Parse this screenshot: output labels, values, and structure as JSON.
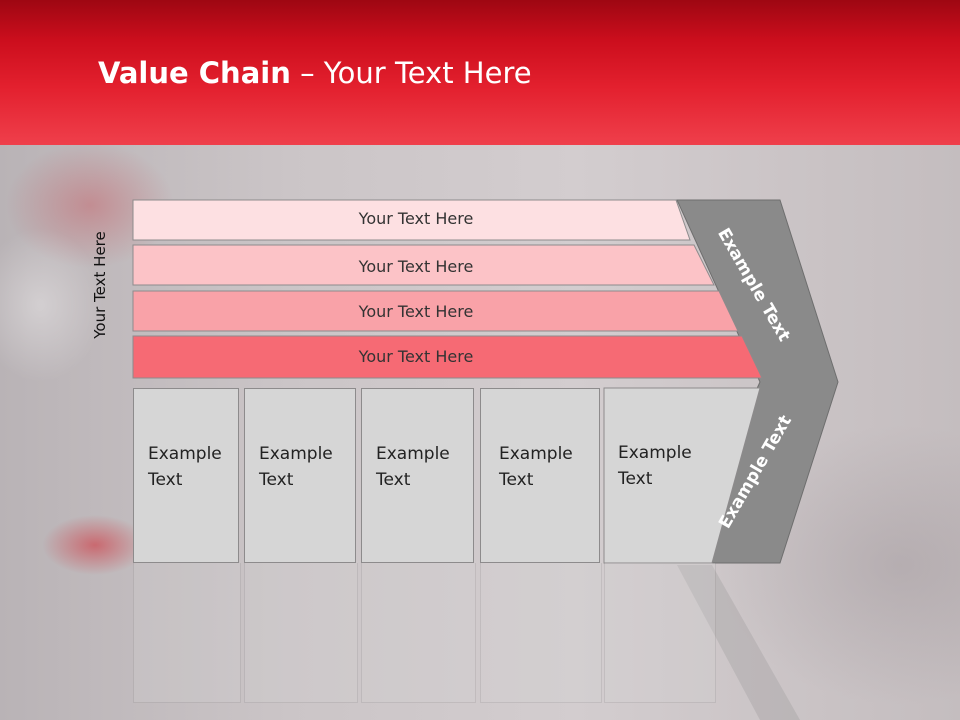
{
  "slide": {
    "title_bold": "Value Chain",
    "title_rest": " – Your Text Here"
  },
  "side_label": "Your Text Here",
  "bars": [
    {
      "label": "Your Text Here",
      "color": "#fde0e2"
    },
    {
      "label": "Your Text Here",
      "color": "#fcc3c7"
    },
    {
      "label": "Your Text Here",
      "color": "#f9a2a8"
    },
    {
      "label": "Your Text Here",
      "color": "#f66a74"
    }
  ],
  "cells": [
    {
      "line1": "Example",
      "line2": "Text"
    },
    {
      "line1": "Example",
      "line2": "Text"
    },
    {
      "line1": "Example",
      "line2": "Text"
    },
    {
      "line1": "Example",
      "line2": "Text"
    },
    {
      "line1": "Example",
      "line2": "Text"
    }
  ],
  "chevron": {
    "top_text": "Example Text",
    "bottom_text": "Example Text",
    "color": "#8a8a8a"
  }
}
